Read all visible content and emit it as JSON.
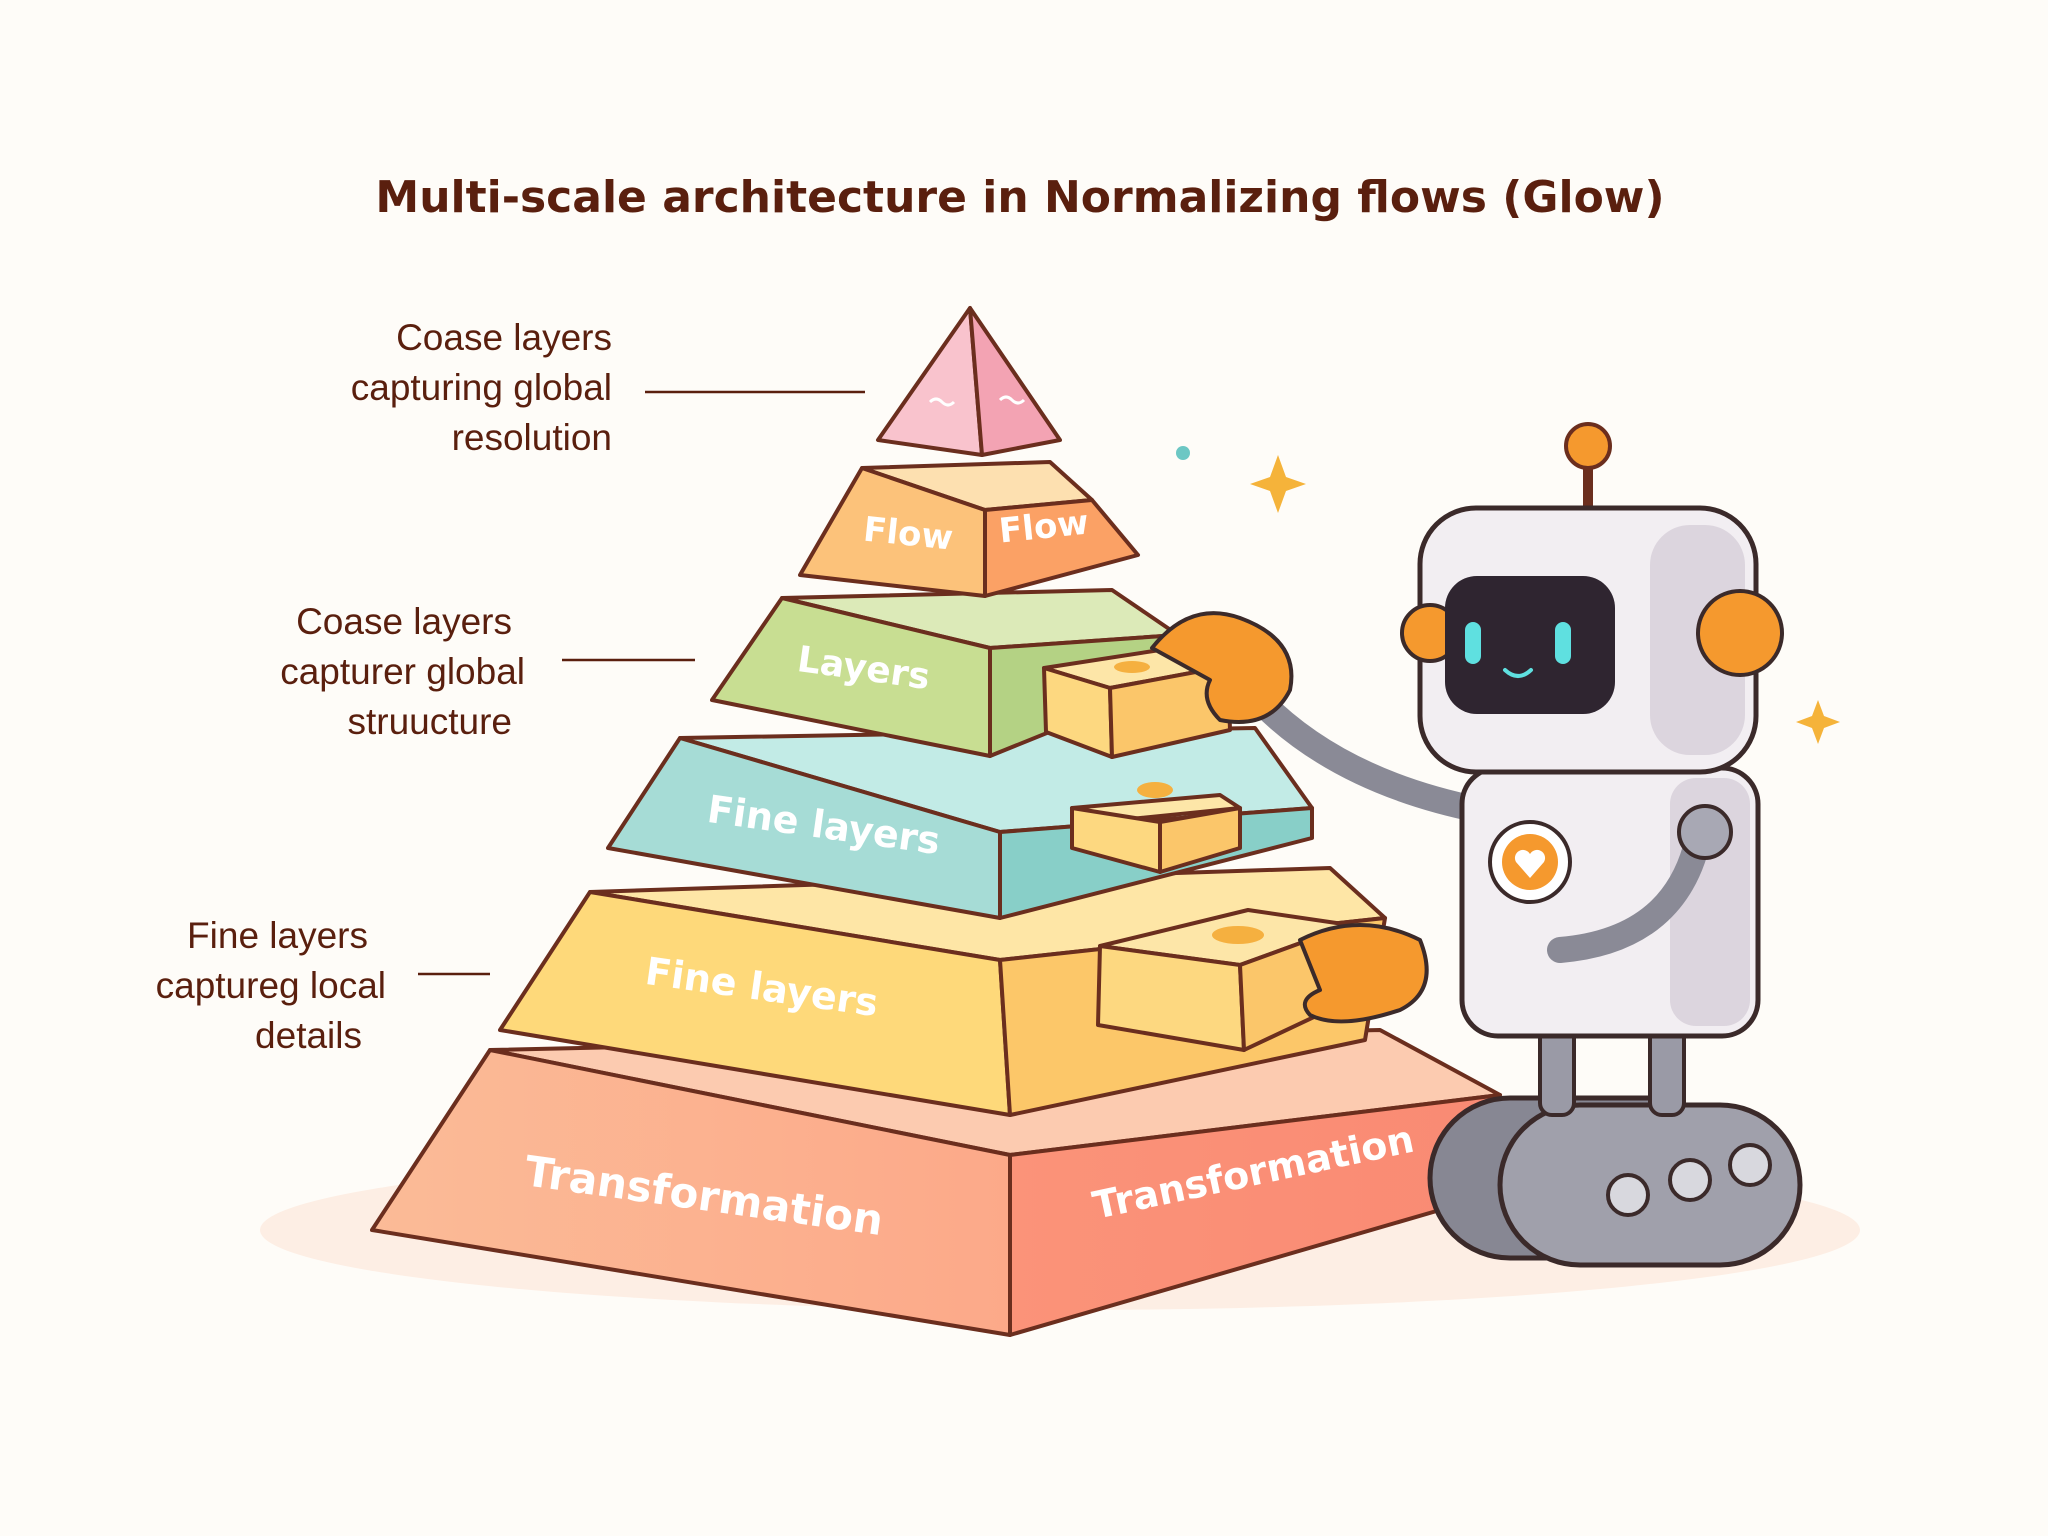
{
  "title": "Multi-scale architecture in Normalizing flows (Glow)",
  "annotations": [
    {
      "lines": [
        "Coase layers",
        "capturing global",
        "resolution"
      ]
    },
    {
      "lines": [
        "Coase layers",
        "capturer global",
        "struucture"
      ]
    },
    {
      "lines": [
        "Fine layers",
        "captureg local",
        "details"
      ]
    }
  ],
  "tiers": {
    "apex": {
      "left": "",
      "right": ""
    },
    "flow": {
      "left": "Flow",
      "right": "Flow"
    },
    "layers": {
      "left": "Layers"
    },
    "fine_upper": {
      "left": "Fine layers"
    },
    "fine_lower": {
      "left": "Fine layers"
    },
    "base": {
      "left": "Transformation",
      "right": "Transformation"
    }
  },
  "icons": {
    "robot": "robot-icon",
    "sparkle": "sparkle-icon",
    "heart": "heart-icon",
    "block": "block-icon"
  },
  "colors": {
    "text": "#5a1f0e",
    "apex": "#f6aebb",
    "flow": "#fcc27a",
    "layers": "#c8de92",
    "fine_upper": "#a6dcd6",
    "fine_lower": "#fed97a",
    "base": "#fb9e80",
    "robot_accent": "#f59a30"
  }
}
